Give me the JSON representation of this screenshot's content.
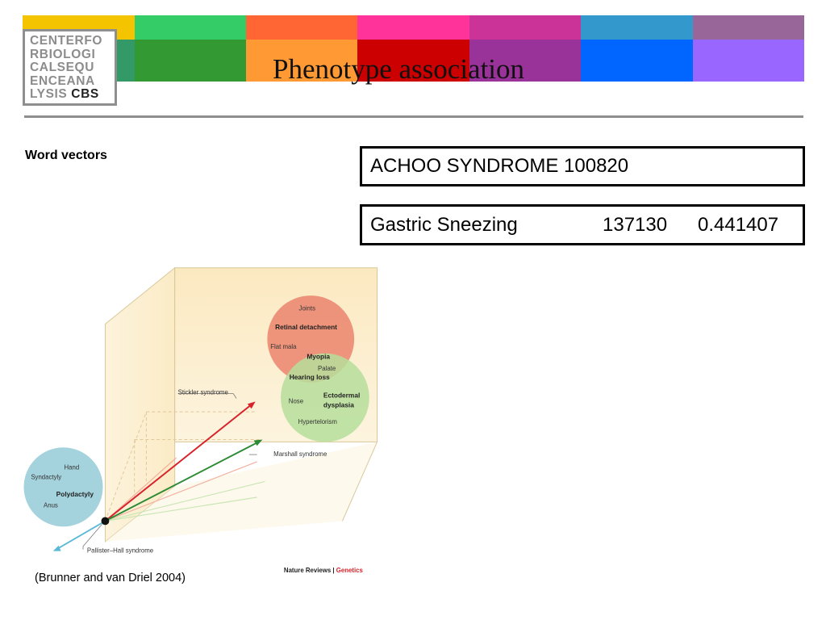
{
  "header": {
    "title": "Phenotype association",
    "logo": {
      "lines": [
        "CENTERFO",
        "RBIOLOGI",
        "CALSEQU",
        "ENCEANA"
      ],
      "last_line_prefix": "LYSIS",
      "last_line_bold": "CBS"
    },
    "top_band_colors": [
      "#f5c400",
      "#33cc66",
      "#ff6633",
      "#ff3399",
      "#cc3399",
      "#3399cc",
      "#996699"
    ],
    "second_band_colors": [
      "#339966",
      "#339933",
      "#ff9933",
      "#cc0000",
      "#993399",
      "#0066ff",
      "#9966ff"
    ]
  },
  "main": {
    "heading": "Word vectors",
    "query_box": {
      "text": "ACHOO SYNDROME 100820"
    },
    "result_box": {
      "name": "Gastric Sneezing",
      "id": "137130",
      "score": "0.441407"
    },
    "citation": "(Brunner and van Driel 2004)"
  },
  "figure": {
    "blue_circle_labels": [
      "Hand",
      "Syndactyly",
      "Polydactyly",
      "Anus"
    ],
    "red_circle_labels": [
      "Joints",
      "Retinal detachment",
      "Flat mala",
      "Myopia",
      "Palate",
      "Hearing loss"
    ],
    "green_circle_labels": [
      "Nose",
      "Ectodermal",
      "dysplasia",
      "Hypertelorism"
    ],
    "syndromes": {
      "stickler": "Stickler syndrome",
      "marshall": "Marshall syndrome",
      "pallister": "Pallister–Hall syndrome"
    },
    "credit": {
      "journal": "Nature Reviews",
      "separator": "|",
      "section": "Genetics"
    },
    "colors": {
      "panel": "#fbebc6",
      "red_circle": "#ec8a72",
      "green_circle": "#b6de9b",
      "blue_circle": "#a4d3dd",
      "red_arrow": "#d8232a",
      "green_arrow": "#2d8a34",
      "blue_arrow": "#5ab9d6"
    }
  }
}
